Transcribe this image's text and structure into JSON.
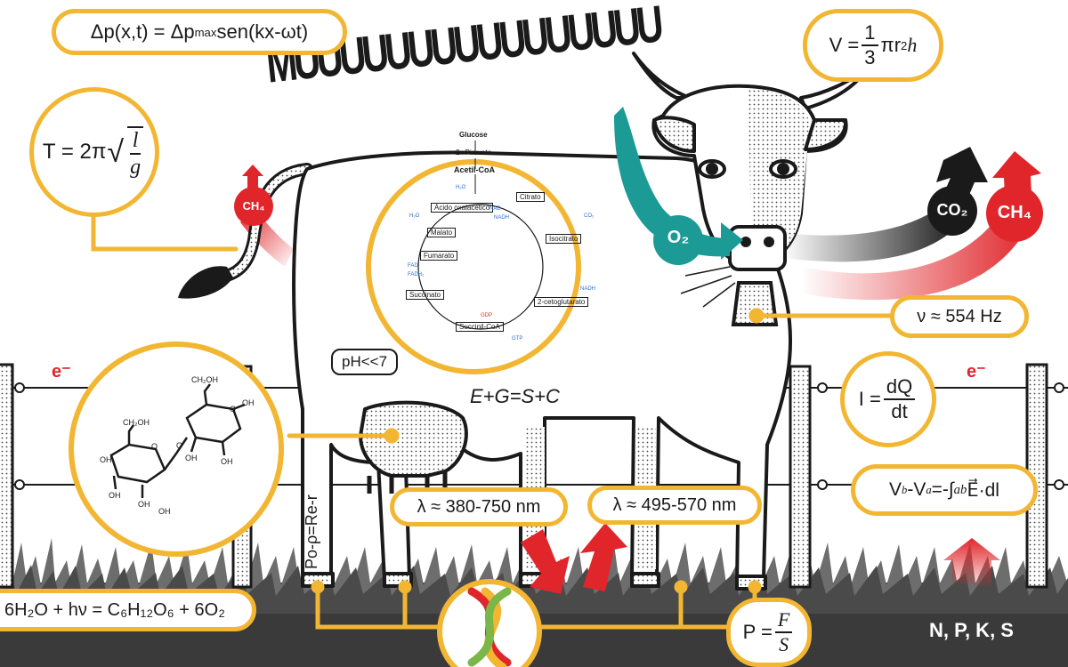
{
  "sound": {
    "moo": "MUUUUUUUUUUUUUUUU"
  },
  "formulas": {
    "wave": {
      "lhs": "Δp(x,t) = Δp",
      "sub": "max",
      "rhs": " sen(kx-ωt)"
    },
    "volume": {
      "lhs": "V = ",
      "num": "1",
      "den": "3",
      "rhs": "πr",
      "sup": "2",
      "end": "h"
    },
    "pendulum": {
      "lhs": "T = 2π",
      "num": "l",
      "den": "g"
    },
    "frequency": "ν ≈ 554 Hz",
    "current": {
      "lhs": "I = ",
      "num": "dQ",
      "den": "dt"
    },
    "potential": {
      "a": "V",
      "asub": "b",
      "b": "-V",
      "bsub": "a",
      "c": "=-∫",
      "lo": "a",
      "hi": "b",
      "d": " E⃗·dl"
    },
    "pressure": {
      "lhs": "P = ",
      "num": "F",
      "den": "S"
    },
    "light_visible": "λ ≈ 380-750 nm",
    "light_green": "λ ≈ 495-570 nm",
    "photosynthesis": "6H₂O + hν = C₆H₁₂O₆ + 6O₂",
    "ph": "pH<<7",
    "energy": "E+G=S+C",
    "bernoulli": "Po-ρ=Re-r"
  },
  "gases": {
    "o2": "O₂",
    "co2": "CO₂",
    "ch4_mouth": "CH₄",
    "ch4_tail": "CH₄"
  },
  "electrons": {
    "left": "e⁻",
    "right": "e⁻"
  },
  "nutrients": "N, P, K, S",
  "krebs": {
    "glucose": "Glucose",
    "pyruvate": "2x Piruvato",
    "acetyl": "Acetil-CoA",
    "steps": [
      "Citrato",
      "Isocitrato",
      "2-cetoglutarato",
      "Succinil-CoA",
      "Succinato",
      "Fumarato",
      "Malato",
      "Ácido oxalacético"
    ],
    "small_labels": [
      "H₂O",
      "NAD",
      "NADH",
      "CO₂",
      "FAD",
      "FADH₂",
      "GDP",
      "GTP",
      "NADH",
      "H₂O"
    ]
  },
  "sugar": {
    "groups": [
      "CH₂OH",
      "CH₂OH",
      "OH",
      "OH",
      "OH",
      "OH",
      "OH",
      "OH",
      "OH",
      "O",
      "O",
      "O"
    ]
  },
  "colors": {
    "accent_yellow": "#f2b632",
    "gas_red": "#e0262b",
    "oxygen_teal": "#1b9a96",
    "ink": "#1a1a1a"
  }
}
